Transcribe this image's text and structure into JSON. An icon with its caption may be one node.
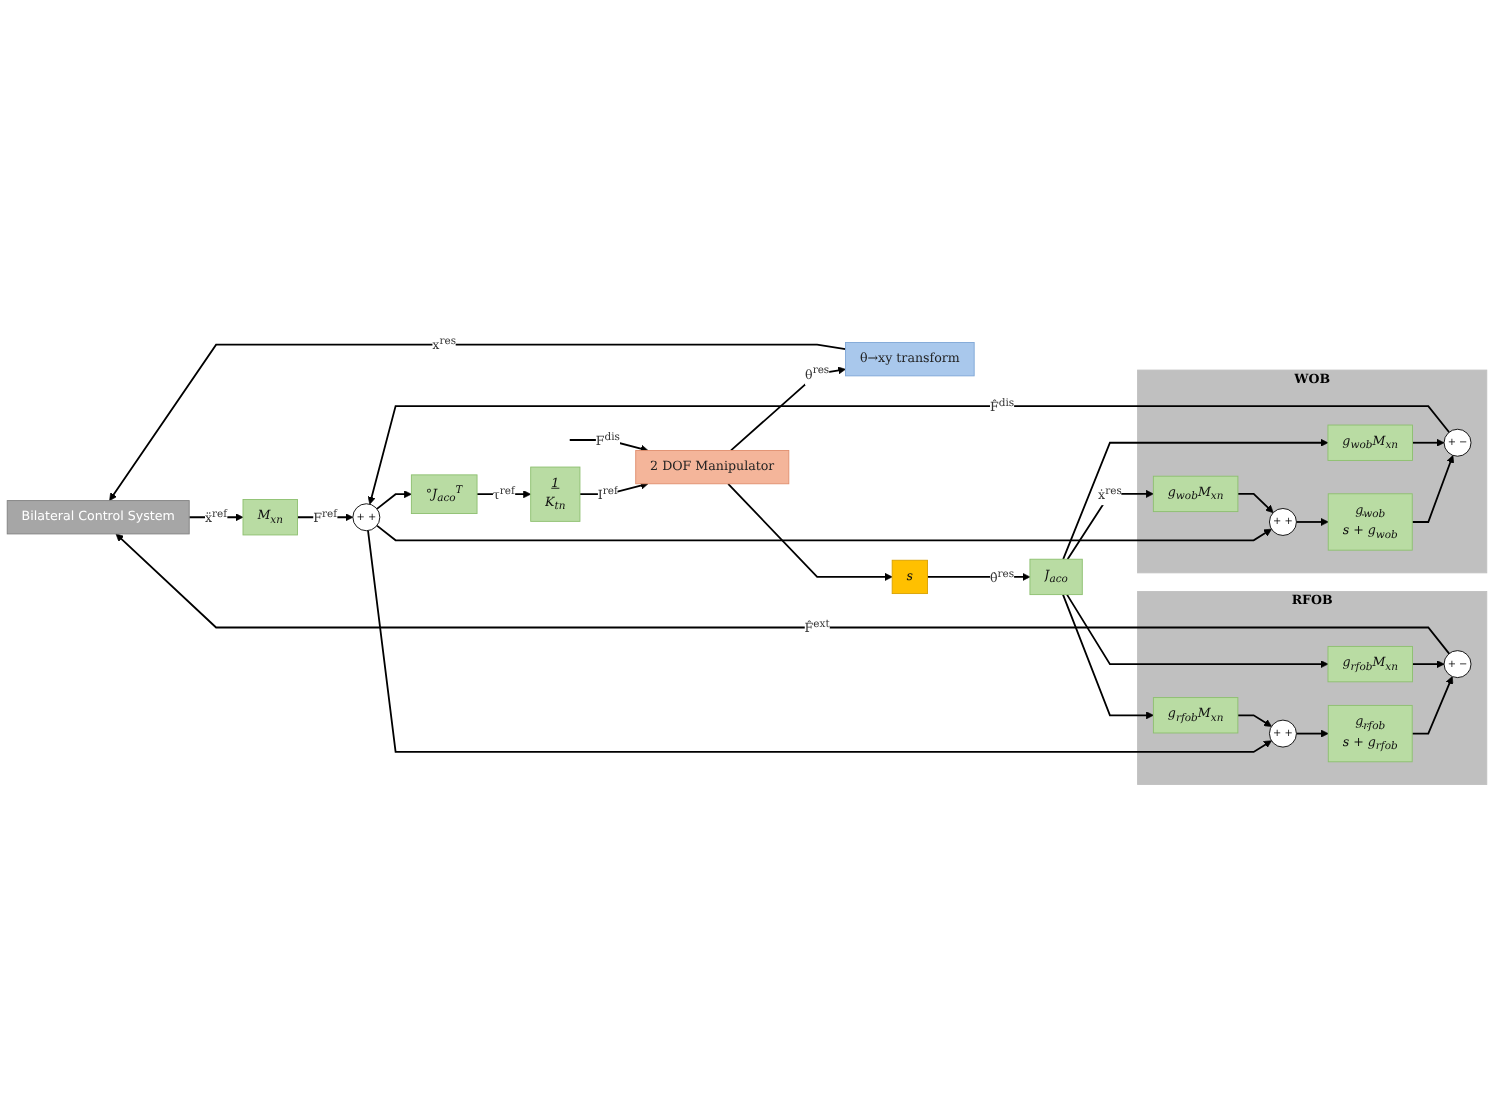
{
  "diagram": {
    "nodes": [
      {
        "text": [
          "Bilateral Control System"
        ]
      },
      {
        "text": [
          "M$_{xn}$"
        ]
      },
      {
        "text": [
          "+",
          "+"
        ]
      },
      {
        "text": [
          "°J$_{aco}$$^{T}$"
        ]
      },
      {
        "text": [
          "1",
          "K$_{tn}$"
        ]
      },
      {
        "text": [
          "2 DOF Manipulator"
        ]
      },
      {
        "text": [
          "θ→xy transform"
        ]
      },
      {
        "text": [
          "s"
        ]
      },
      {
        "text": [
          "J$_{aco}$"
        ]
      },
      {
        "text": [
          "WOB"
        ]
      },
      {
        "text": [
          "+",
          "+"
        ],
        "in": 9
      },
      {
        "text": [
          "g$_{wob}$M$_{xn}$"
        ],
        "in": 9
      },
      {
        "text": [
          "g$_{wob}$",
          "s + g$_{wob}$"
        ],
        "in": 9
      },
      {
        "text": [
          "+",
          "−"
        ],
        "in": 9
      },
      {
        "text": [
          "g$_{wob}$M$_{xn}$"
        ],
        "in": 9
      },
      {
        "text": [
          "RFOB"
        ]
      },
      {
        "text": [
          "+",
          "+"
        ],
        "in": 15
      },
      {
        "text": [
          "g$_{rfob}$M$_{xn}$"
        ],
        "in": 15
      },
      {
        "text": [
          "g$_{rfob}$",
          "s + g$_{rfob}$"
        ],
        "in": 15
      },
      {
        "text": [
          "+",
          "−"
        ],
        "in": 15
      },
      {
        "text": [
          "g$_{rfob}$M$_{xn}$"
        ],
        "in": 15
      }
    ],
    "edges": [
      {
        "from": 0,
        "to": 1,
        "arrow": "to",
        "label": "ẍ$^{ref}$"
      },
      {
        "from": 1,
        "to": 2,
        "arrow": "to",
        "label": "F$^{ref}$"
      },
      {
        "from": 2,
        "to": 3,
        "arrow": "to"
      },
      {
        "from": 3,
        "to": 4,
        "arrow": "to",
        "label": "τ$^{ref}$"
      },
      {
        "from": 4,
        "to": 5,
        "arrow": "to",
        "label": "I$^{ref}$"
      },
      {
        "from": null,
        "to": 5,
        "arrow": "to",
        "label": "F$^{dis}$"
      },
      {
        "from": 5,
        "to": 6,
        "arrow": "to",
        "label": "θ$^{res}$"
      },
      {
        "from": 5,
        "to": 7,
        "arrow": "to"
      },
      {
        "from": 7,
        "to": 8,
        "arrow": "to",
        "label": "θ̇$^{res}$"
      },
      {
        "from": 8,
        "to": 11,
        "arrow": "to",
        "label": "ẋ$^{res}$"
      },
      {
        "from": 8,
        "to": 14,
        "arrow": "to"
      },
      {
        "from": 8,
        "to": 17,
        "arrow": "to"
      },
      {
        "from": 8,
        "to": 20,
        "arrow": "to"
      },
      {
        "from": 2,
        "to": 10,
        "arrow": "to"
      },
      {
        "from": 11,
        "to": 10,
        "arrow": "to"
      },
      {
        "from": 10,
        "to": 12,
        "arrow": "to"
      },
      {
        "from": 12,
        "to": 13,
        "arrow": "to"
      },
      {
        "from": 14,
        "to": 13,
        "arrow": "to"
      },
      {
        "from": 13,
        "to": 2,
        "arrow": "to",
        "label": "F̂$^{dis}$"
      },
      {
        "from": 2,
        "to": 16,
        "arrow": "to"
      },
      {
        "from": 17,
        "to": 16,
        "arrow": "to"
      },
      {
        "from": 16,
        "to": 18,
        "arrow": "to"
      },
      {
        "from": 18,
        "to": 19,
        "arrow": "to"
      },
      {
        "from": 20,
        "to": 19,
        "arrow": "to"
      },
      {
        "from": 19,
        "to": 0,
        "arrow": "to",
        "label": "F̂$^{ext}$"
      },
      {
        "from": 6,
        "to": 0,
        "arrow": "to",
        "label": "x$^{res}$"
      }
    ]
  }
}
